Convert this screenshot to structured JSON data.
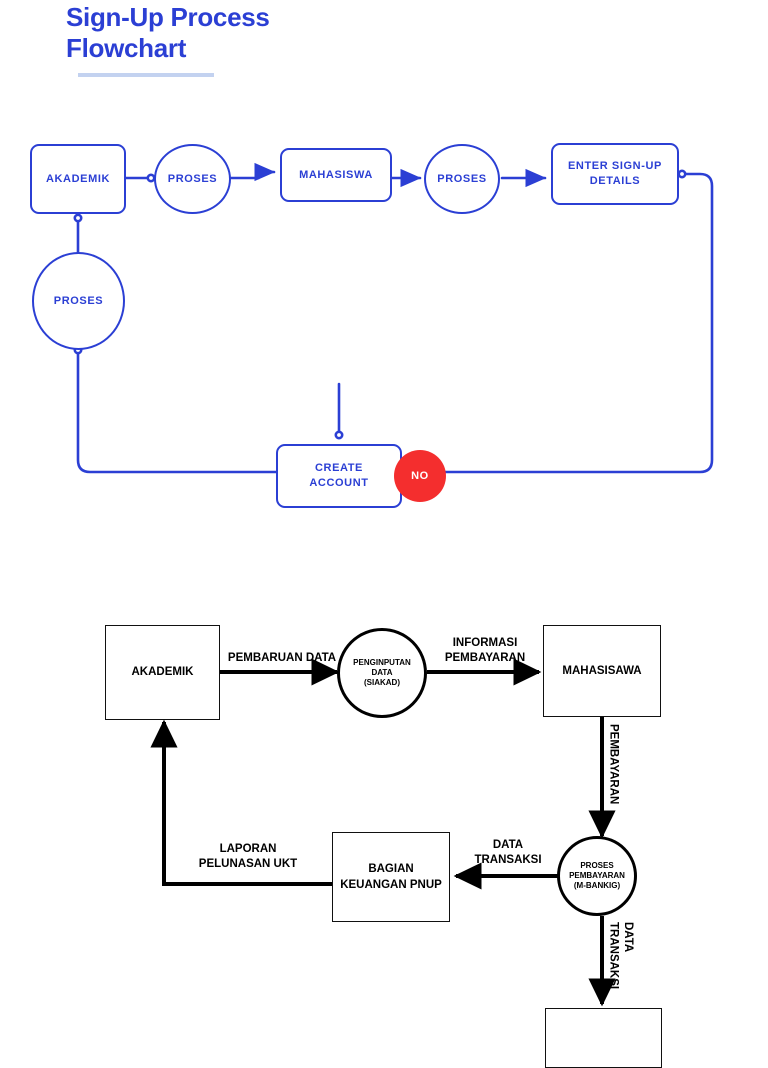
{
  "page": {
    "title": "Sign-Up Process\nFlowchart",
    "accent_blue": "#2B3FD4",
    "accent_red": "#F42E2E",
    "underline_color": "#C3D2F0",
    "dfd_color": "#000000"
  },
  "flowchart_signup": {
    "nodes": [
      {
        "id": "akademik",
        "label": "AKADEMIK",
        "shape": "rounded-rect"
      },
      {
        "id": "proses1",
        "label": "PROSES",
        "shape": "circle"
      },
      {
        "id": "mahasiswa",
        "label": "MAHASISWA",
        "shape": "rounded-rect"
      },
      {
        "id": "proses2",
        "label": "PROSES",
        "shape": "circle"
      },
      {
        "id": "signup",
        "label": "ENTER SIGN-UP\nDETAILS",
        "shape": "rounded-rect"
      },
      {
        "id": "proses3",
        "label": "PROSES",
        "shape": "circle"
      },
      {
        "id": "create",
        "label": "CREATE\nACCOUNT",
        "shape": "rounded-rect"
      },
      {
        "id": "no-badge",
        "label": "NO",
        "shape": "filled-circle"
      }
    ],
    "edges": [
      {
        "from": "akademik",
        "to": "proses1",
        "style": "connector-dot"
      },
      {
        "from": "proses1",
        "to": "mahasiswa",
        "style": "arrow"
      },
      {
        "from": "mahasiswa",
        "to": "proses2",
        "style": "arrow"
      },
      {
        "from": "proses2",
        "to": "signup",
        "style": "arrow"
      },
      {
        "from": "signup",
        "to": "no-badge",
        "style": "connector-dot-routed"
      },
      {
        "from": "create",
        "to": "proses3",
        "style": "routed"
      },
      {
        "from": "proses3",
        "to": "akademik",
        "style": "connector-dot"
      },
      {
        "from": "unlabeled-stub",
        "to": "create",
        "style": "connector-dot"
      }
    ]
  },
  "flowchart_dfd": {
    "nodes": [
      {
        "id": "akademik",
        "label": "AKADEMIK",
        "shape": "rect"
      },
      {
        "id": "siakad",
        "label": "PENGINPUTAN\nDATA\n(SIAKAD)",
        "shape": "circle"
      },
      {
        "id": "mahasiswa",
        "label": "MAHASISAWA",
        "shape": "rect"
      },
      {
        "id": "mbanking",
        "label": "PROSES\nPEMBAYARAN\n(M-BANKIG)",
        "shape": "circle"
      },
      {
        "id": "keuangan",
        "label": "BAGIAN\nKEUANGAN PNUP",
        "shape": "rect"
      },
      {
        "id": "bottom-box",
        "label": "",
        "shape": "rect"
      }
    ],
    "edges": [
      {
        "from": "akademik",
        "to": "siakad",
        "label": "PEMBARUAN DATA",
        "orientation": "horizontal"
      },
      {
        "from": "siakad",
        "to": "mahasiswa",
        "label": "INFORMASI\nPEMBAYARAN",
        "orientation": "horizontal"
      },
      {
        "from": "mahasiswa",
        "to": "mbanking",
        "label": "PEMBAYARAN",
        "orientation": "vertical"
      },
      {
        "from": "mbanking",
        "to": "keuangan",
        "label": "DATA\nTRANSAKSI",
        "orientation": "horizontal"
      },
      {
        "from": "keuangan",
        "to": "akademik",
        "label": "LAPORAN\nPELUNASAN UKT",
        "orientation": "routed"
      },
      {
        "from": "mbanking",
        "to": "bottom-box",
        "label": "DATA\nTRANSAKSI",
        "orientation": "vertical"
      }
    ]
  }
}
